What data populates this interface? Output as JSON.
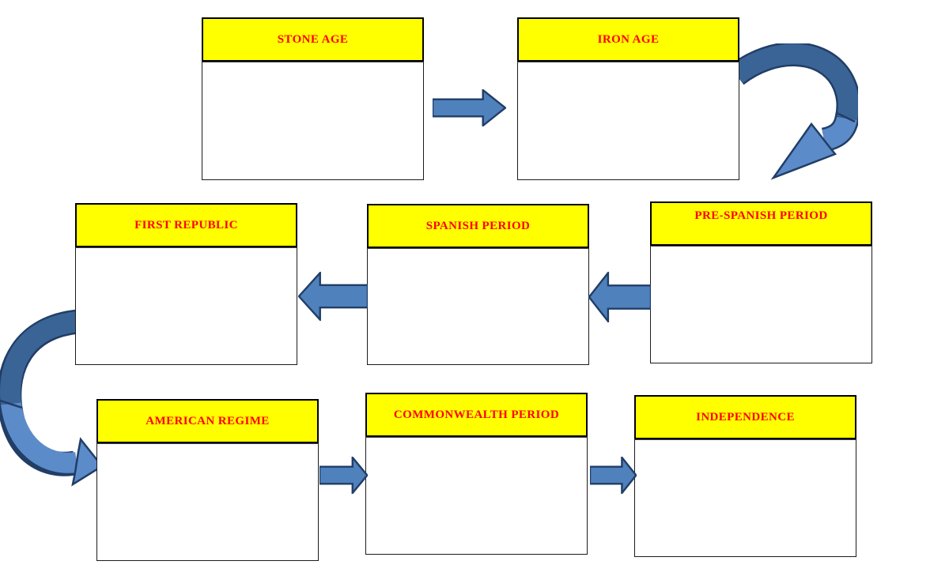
{
  "boxes": {
    "stone_age": {
      "label": "STONE AGE"
    },
    "iron_age": {
      "label": "IRON AGE"
    },
    "pre_spanish": {
      "label": "PRE-SPANISH PERIOD"
    },
    "spanish": {
      "label": "SPANISH PERIOD"
    },
    "first_republic": {
      "label": "FIRST REPUBLIC"
    },
    "american_regime": {
      "label": "AMERICAN REGIME"
    },
    "commonwealth": {
      "label": "COMMONWEALTH PERIOD"
    },
    "independence": {
      "label": "INDEPENDENCE"
    }
  },
  "flow_sequence": [
    "STONE AGE",
    "IRON AGE",
    "PRE-SPANISH PERIOD",
    "SPANISH PERIOD",
    "FIRST REPUBLIC",
    "AMERICAN REGIME",
    "COMMONWEALTH PERIOD",
    "INDEPENDENCE"
  ],
  "connectors": [
    {
      "from": "STONE AGE",
      "to": "IRON AGE",
      "type": "straight-right"
    },
    {
      "from": "IRON AGE",
      "to": "PRE-SPANISH PERIOD",
      "type": "curved-down-left"
    },
    {
      "from": "PRE-SPANISH PERIOD",
      "to": "SPANISH PERIOD",
      "type": "straight-left"
    },
    {
      "from": "SPANISH PERIOD",
      "to": "FIRST REPUBLIC",
      "type": "straight-left"
    },
    {
      "from": "FIRST REPUBLIC",
      "to": "AMERICAN REGIME",
      "type": "curved-down-right"
    },
    {
      "from": "AMERICAN REGIME",
      "to": "COMMONWEALTH PERIOD",
      "type": "straight-right"
    },
    {
      "from": "COMMONWEALTH PERIOD",
      "to": "INDEPENDENCE",
      "type": "straight-right"
    }
  ],
  "colors": {
    "box_header_bg": "#FFFF00",
    "box_header_text": "#FF0000",
    "box_border": "#000000",
    "arrow_fill": "#4F81BD",
    "arrow_fill_dark": "#3B6496",
    "arrow_fill_light": "#5C8BC9",
    "arrow_outline": "#213E66"
  }
}
